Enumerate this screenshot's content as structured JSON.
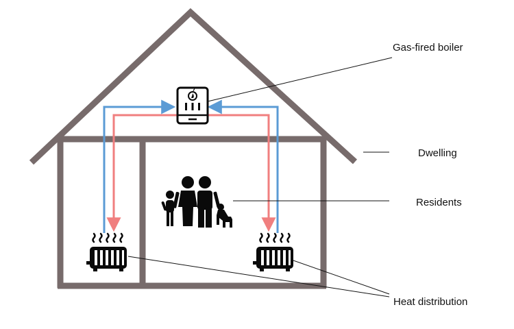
{
  "labels": {
    "boiler": "Gas-fired boiler",
    "dwelling": "Dwelling",
    "residents": "Residents",
    "heat_distribution": "Heat distribution"
  },
  "colors": {
    "house": "#776b6b",
    "supply_pipe": "#f07f7f",
    "return_pipe": "#5b9bd5",
    "icons": "#0a0a0a",
    "leader_line": "#111111"
  },
  "icons": [
    "boiler-icon",
    "family-icon",
    "radiator-icon",
    "heat-waves-icon"
  ]
}
